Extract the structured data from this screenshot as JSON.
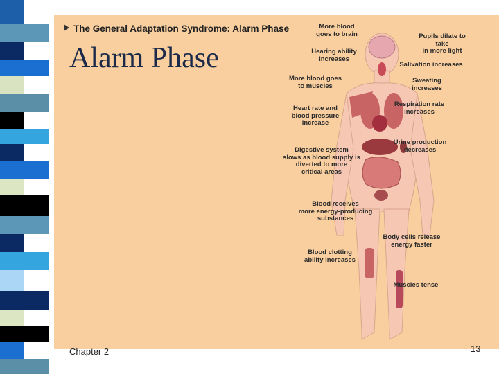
{
  "slide": {
    "heading": "The General Adaptation Syndrome: Alarm Phase",
    "title": "Alarm Phase",
    "footer_left": "Chapter 2",
    "footer_right": "13"
  },
  "labels": [
    {
      "id": "brain",
      "text": "More blood\ngoes to brain"
    },
    {
      "id": "pupils",
      "text": "Pupils dilate to take\nin more light"
    },
    {
      "id": "hearing",
      "text": "Hearing ability\nincreases"
    },
    {
      "id": "salivation",
      "text": "Salivation increases"
    },
    {
      "id": "muscles",
      "text": "More blood goes\nto muscles"
    },
    {
      "id": "sweating",
      "text": "Sweating\nincreases"
    },
    {
      "id": "heart",
      "text": "Heart rate and\nblood pressure\nincrease"
    },
    {
      "id": "respiration",
      "text": "Respiration rate\nincreases"
    },
    {
      "id": "urine",
      "text": "Urine production\ndecreases"
    },
    {
      "id": "digestive",
      "text": "Digestive system\nslows as blood supply is\ndiverted to more\ncritical areas"
    },
    {
      "id": "energy",
      "text": "Blood receives\nmore energy-producing\nsubstances"
    },
    {
      "id": "cells",
      "text": "Body cells release\nenergy faster"
    },
    {
      "id": "clotting",
      "text": "Blood clotting\nability increases"
    },
    {
      "id": "tense",
      "text": "Muscles tense"
    }
  ],
  "colors": {
    "slide_background": "#f9cf9f",
    "title": "#1b2a48",
    "body_fill": "#f6c8b3"
  }
}
